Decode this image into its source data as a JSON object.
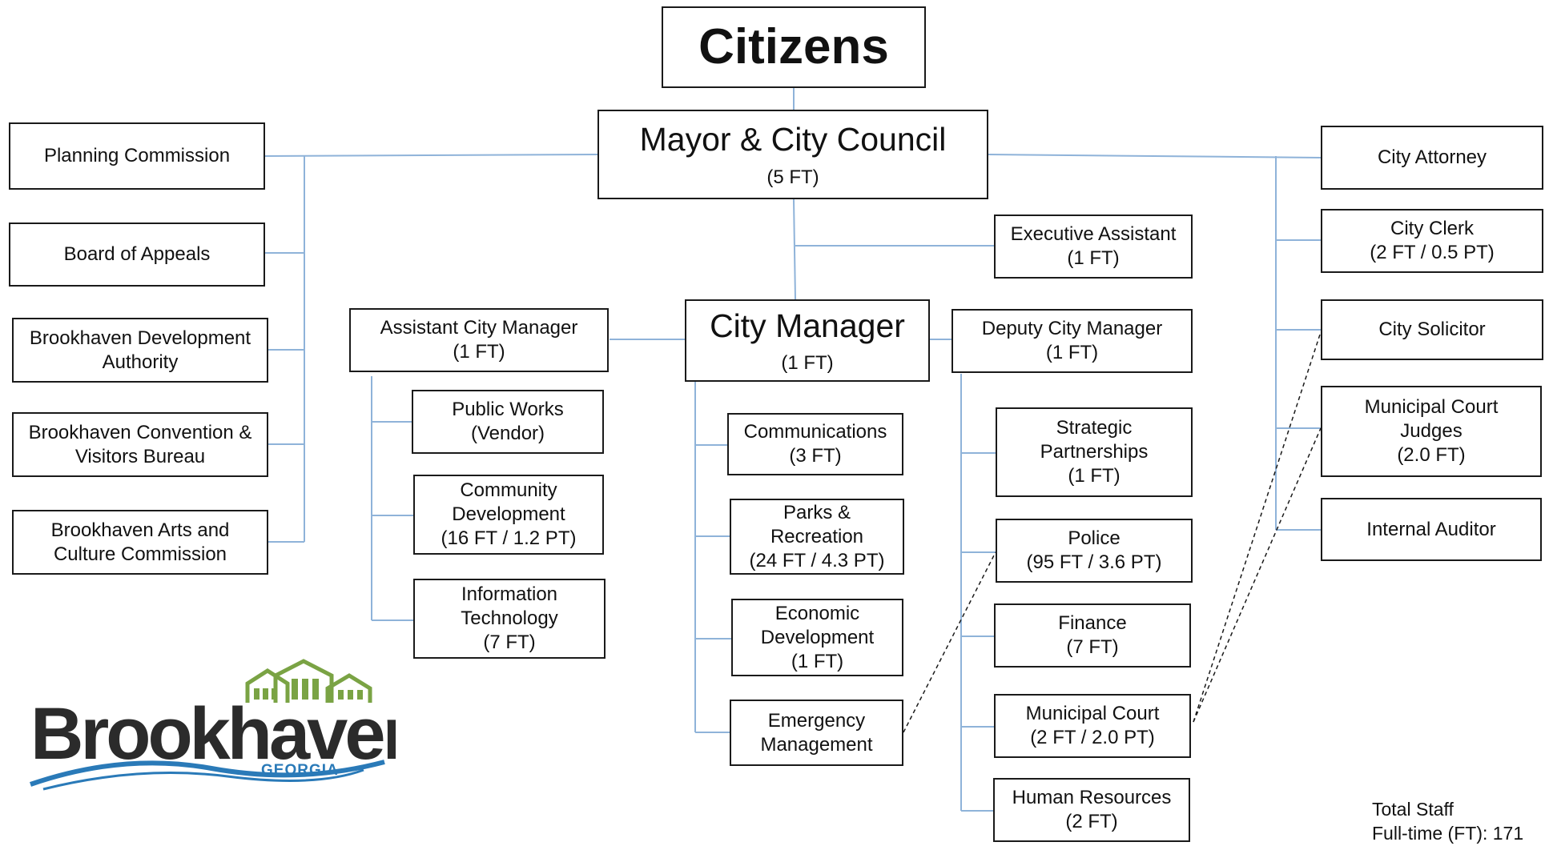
{
  "top": {
    "citizens": "Citizens",
    "council_title": "Mayor & City Council",
    "council_staff": "(5 FT)",
    "city_manager_title": "City Manager",
    "city_manager_staff": "(1 FT)"
  },
  "boards": [
    "Planning Commission",
    "Board of Appeals",
    "Brookhaven Development\nAuthority",
    "Brookhaven Convention &\nVisitors Bureau",
    "Brookhaven Arts and\nCulture Commission"
  ],
  "council_staff_units": [
    "City Attorney",
    "City Clerk\n(2 FT / 0.5 PT)",
    "City Solicitor",
    "Municipal Court\nJudges\n(2.0 FT)",
    "Internal Auditor"
  ],
  "executive_assistant": "Executive Assistant\n(1 FT)",
  "assistant_city_manager": {
    "title": "Assistant City Manager\n(1 FT)",
    "departments": [
      "Public Works\n(Vendor)",
      "Community\nDevelopment\n(16 FT / 1.2 PT)",
      "Information\nTechnology\n(7 FT)"
    ]
  },
  "city_manager_departments": [
    "Communications\n(3 FT)",
    "Parks &\nRecreation\n(24 FT / 4.3 PT)",
    "Economic\nDevelopment\n(1 FT)",
    "Emergency\nManagement"
  ],
  "deputy_city_manager": {
    "title": "Deputy City Manager\n(1 FT)",
    "departments": [
      "Strategic\nPartnerships\n(1 FT)",
      "Police\n(95 FT / 3.6 PT)",
      "Finance\n(7 FT)",
      "Municipal Court\n(2 FT / 2.0 PT)",
      "Human Resources\n(2 FT)"
    ]
  },
  "logo": {
    "name": "Brookhaven",
    "state": "GEORGIA"
  },
  "footer": {
    "total_staff": "Total Staff",
    "full_time": "Full-time (FT): 171"
  },
  "colors": {
    "connector": "#8fb3d9",
    "border": "#1a1a1a",
    "logo_green": "#7aa344",
    "logo_blue": "#2a7ab8",
    "logo_dark": "#2b2b2b"
  }
}
